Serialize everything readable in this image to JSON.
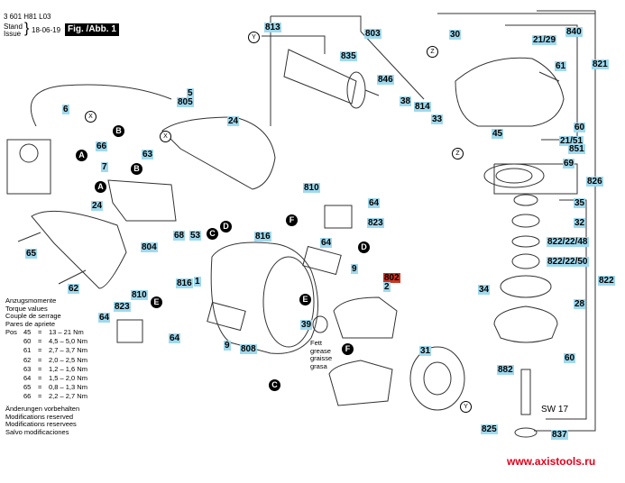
{
  "header": {
    "doc_number": "3 601 H81 L03",
    "stand_label": "Stand",
    "issue_label": "Issue",
    "date": "18-06-19",
    "figure_label": "Fig. /Abb. 1"
  },
  "part_labels": {
    "p813": "813",
    "p803": "803",
    "p835": "835",
    "p30": "30",
    "p840": "840",
    "p21_29": "21/29",
    "p821": "821",
    "p61": "61",
    "p846": "846",
    "p38": "38",
    "p814": "814",
    "p33": "33",
    "p60a": "60",
    "p21_51": "21/51",
    "p851": "851",
    "p45": "45",
    "p69": "69",
    "p826": "826",
    "p35": "35",
    "p32": "32",
    "p822_22_48": "822/22/48",
    "p822_22_50": "822/22/50",
    "p822": "822",
    "p34": "34",
    "p28": "28",
    "p60b": "60",
    "p882": "882",
    "sw17": "SW 17",
    "p825": "825",
    "p837": "837",
    "p5": "5",
    "p805": "805",
    "p6": "6",
    "p24a": "24",
    "p66": "66",
    "p63": "63",
    "p7": "7",
    "p24b": "24",
    "p65": "65",
    "p62": "62",
    "p804": "804",
    "p68": "68",
    "p53": "53",
    "p810a": "810",
    "p64a": "64",
    "p823a": "823",
    "p816a": "816",
    "p64b": "64",
    "p9a": "9",
    "p802": "802",
    "p2": "2",
    "p816b": "816",
    "p1": "1",
    "p810b": "810",
    "p823b": "823",
    "p64c": "64",
    "p64d": "64",
    "p9b": "9",
    "p808": "808",
    "p39": "39",
    "p31": "31"
  },
  "connectors": {
    "A": "A",
    "B": "B",
    "C": "C",
    "D": "D",
    "E": "E",
    "F": "F",
    "X": "X",
    "Y": "Y",
    "Z": "Z"
  },
  "grease_note": [
    "Fett",
    "grease",
    "graisse",
    "grasa"
  ],
  "torque": {
    "titles": [
      "Anzugsmomente",
      "Torque values",
      "Couple de serrage",
      "Pares de apriete"
    ],
    "pos_label": "Pos",
    "rows": [
      {
        "pos": "45",
        "value": "13  – 21 Nm"
      },
      {
        "pos": "60",
        "value": "4,5 – 5,0 Nm"
      },
      {
        "pos": "61",
        "value": "2,7 – 3,7 Nm"
      },
      {
        "pos": "62",
        "value": "2,0 – 2,5 Nm"
      },
      {
        "pos": "63",
        "value": "1,2 – 1,6 Nm"
      },
      {
        "pos": "64",
        "value": "1,5 – 2,0 Nm"
      },
      {
        "pos": "65",
        "value": "0,8 – 1,3 Nm"
      },
      {
        "pos": "66",
        "value": "2,2 – 2,7 Nm"
      }
    ]
  },
  "footer_notes": [
    "Änderungen vorbehalten",
    "Modifications reserved",
    "Modifications reservees",
    "Salvo modificaciones"
  ],
  "watermark": "www.axistools.ru",
  "colors": {
    "label_bg": "#9fd9ee",
    "highlight_label_bg": "#d0341f",
    "watermark": "#e3001b"
  }
}
